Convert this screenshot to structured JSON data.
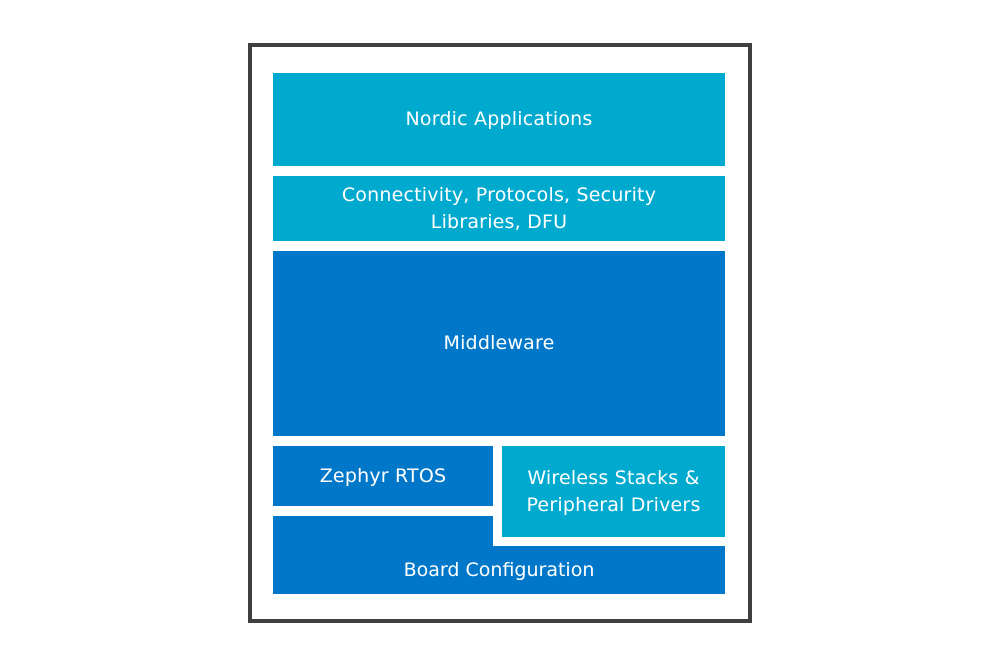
{
  "diagram": {
    "layers": {
      "nordic_applications": "Nordic Applications",
      "connectivity": {
        "line1": "Connectivity, Protocols, Security",
        "line2": "Libraries, DFU"
      },
      "middleware": "Middleware",
      "zephyr_rtos": "Zephyr RTOS",
      "wireless": {
        "line1": "Wireless Stacks &",
        "line2": "Peripheral Drivers"
      },
      "board_configuration": "Board Configuration"
    },
    "colors": {
      "light_blue": "#00a9ce",
      "dark_blue": "#0077c8",
      "frame_border": "#404040"
    }
  }
}
